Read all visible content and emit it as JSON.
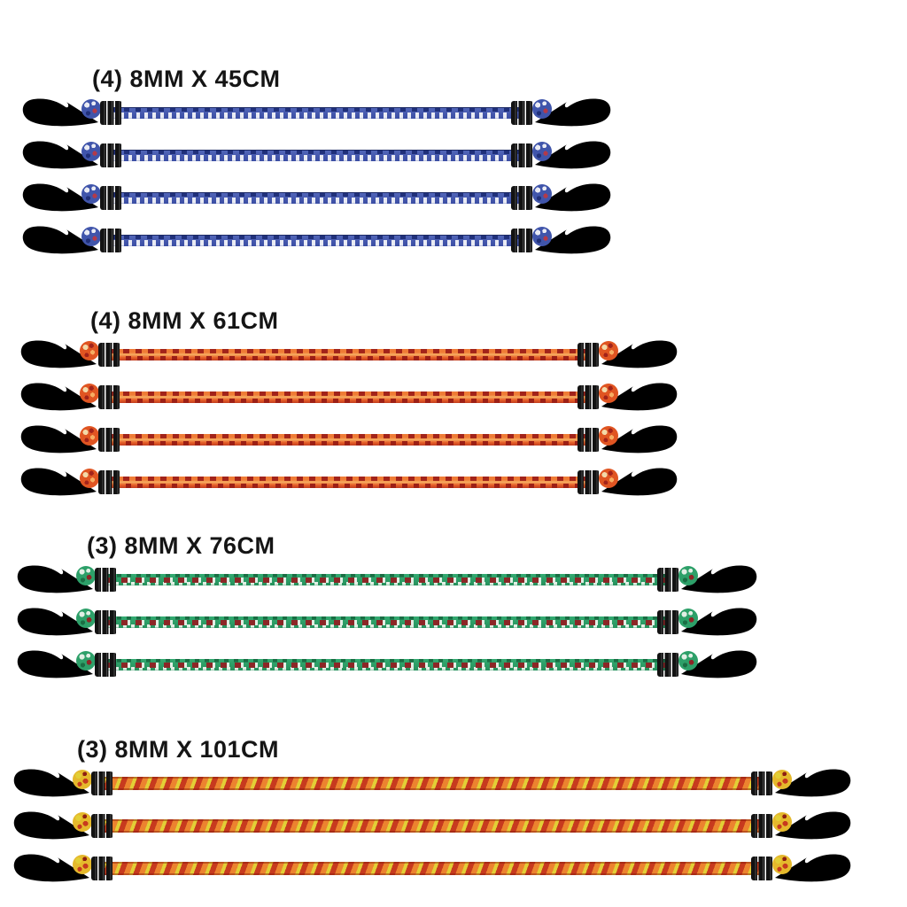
{
  "page": {
    "type": "product-image",
    "background": "#ffffff",
    "description_visible_text_only": true
  },
  "product": {
    "groups": [
      {
        "label": "(4) 8MM X 45CM",
        "quantity": 4,
        "size": "8MM X 45CM",
        "cord_style": "blue with white speckle weave and navy dashes",
        "colors": {
          "base": "#4055ab",
          "dark": "#20307a",
          "light": "#e9ebf4",
          "fleck": "#b23a4a"
        }
      },
      {
        "label": "(4) 8MM X 61CM",
        "quantity": 4,
        "size": "8MM X 61CM",
        "cord_style": "orange with dark red dashes and light flecks",
        "colors": {
          "base": "#e8682b",
          "dark": "#a2231a",
          "light": "#f6ad62",
          "fleck": "#f3d9a8"
        }
      },
      {
        "label": "(3) 8MM X 76CM",
        "quantity": 3,
        "size": "8MM X 76CM",
        "cord_style": "green-white check with maroon blocks",
        "colors": {
          "base": "#2da069",
          "dark": "#1a6e44",
          "light": "#e2efe5",
          "fleck": "#8c2626"
        }
      },
      {
        "label": "(3) 8MM X 101CM",
        "quantity": 3,
        "size": "8MM X 101CM",
        "cord_style": "red-orange with yellow diagonal stripes",
        "colors": {
          "base": "#c73a1e",
          "dark": "#8e1f12",
          "light": "#e2cf36",
          "fleck": "#ec832f"
        }
      }
    ],
    "hardware": {
      "hook_color": "#1d1d1d",
      "coil_color": "#121212",
      "hooks_per_cord": 2
    },
    "label_text_color": "#151515"
  }
}
